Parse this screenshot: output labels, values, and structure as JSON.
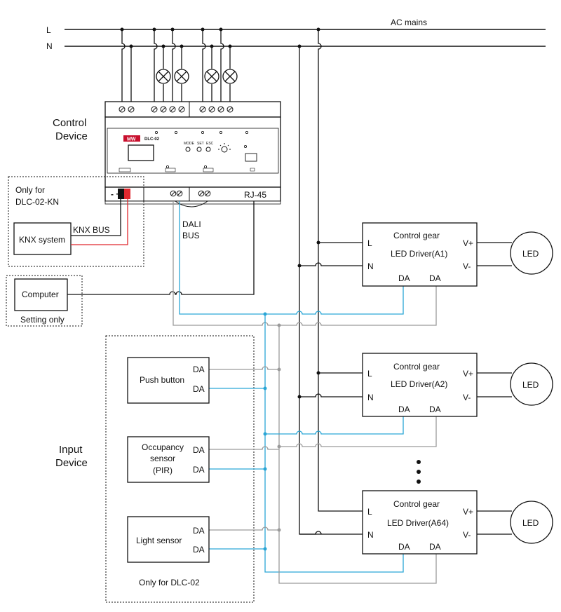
{
  "mains": {
    "label": "AC mains",
    "line_L": "L",
    "line_N": "N"
  },
  "control_device": {
    "title_line1": "Control",
    "title_line2": "Device",
    "model": "DLC-02",
    "brand": "MW",
    "buttons": [
      "MODE",
      "SET",
      "ESC"
    ],
    "rj45_label": "RJ-45",
    "knx_terminal": "-  +"
  },
  "knx": {
    "note_line1": "Only for",
    "note_line2": "DLC-02-KN",
    "system_label": "KNX system",
    "bus_label": "KNX BUS"
  },
  "dali_bus": {
    "line1": "DALI",
    "line2": "BUS"
  },
  "computer": {
    "label": "Computer",
    "note": "Setting only"
  },
  "drivers": [
    {
      "title": "Control gear",
      "name": "LED Driver(A1)",
      "L": "L",
      "N": "N",
      "Vp": "V+",
      "Vm": "V-",
      "DA1": "DA",
      "DA2": "DA",
      "load": "LED"
    },
    {
      "title": "Control gear",
      "name": "LED Driver(A2)",
      "L": "L",
      "N": "N",
      "Vp": "V+",
      "Vm": "V-",
      "DA1": "DA",
      "DA2": "DA",
      "load": "LED"
    },
    {
      "title": "Control gear",
      "name": "LED Driver(A64)",
      "L": "L",
      "N": "N",
      "Vp": "V+",
      "Vm": "V-",
      "DA1": "DA",
      "DA2": "DA",
      "load": "LED"
    }
  ],
  "input_device": {
    "title_line1": "Input",
    "title_line2": "Device",
    "note": "Only for DLC-02",
    "sensors": [
      {
        "label_lines": [
          "Push button"
        ],
        "da1": "DA",
        "da2": "DA"
      },
      {
        "label_lines": [
          "Occupancy",
          "sensor",
          "(PIR)"
        ],
        "da1": "DA",
        "da2": "DA"
      },
      {
        "label_lines": [
          "Light sensor"
        ],
        "da1": "DA",
        "da2": "DA"
      }
    ]
  },
  "colors": {
    "line": "#111111",
    "dali_blue": "#2aa6d6",
    "dali_gray": "#9a9a9a",
    "knx_red": "#e0282e",
    "brand_red": "#c8102e"
  }
}
